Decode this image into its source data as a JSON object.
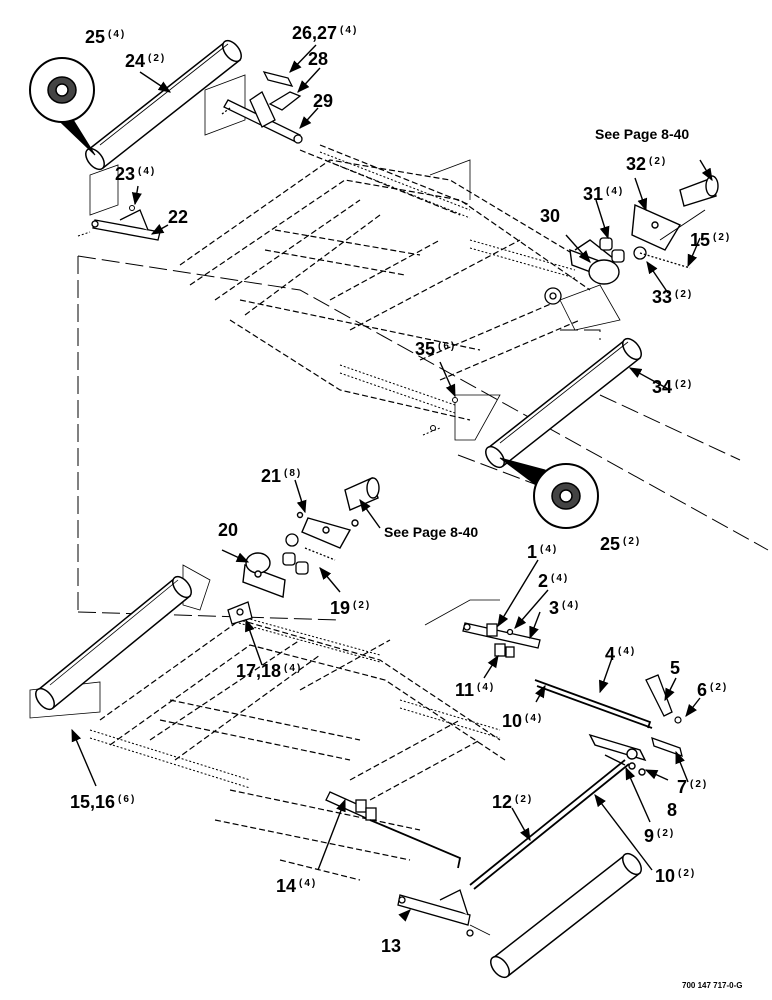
{
  "colors": {
    "ink": "#000000",
    "paper": "#ffffff",
    "part_fill": "#ffffff"
  },
  "callouts": [
    {
      "id": "c25a",
      "num": "25",
      "qty": "(4)"
    },
    {
      "id": "c24",
      "num": "24",
      "qty": "(2)"
    },
    {
      "id": "c2627",
      "num": "26,27",
      "qty": "(4)"
    },
    {
      "id": "c28",
      "num": "28",
      "qty": ""
    },
    {
      "id": "c29",
      "num": "29",
      "qty": ""
    },
    {
      "id": "c23",
      "num": "23",
      "qty": "(4)"
    },
    {
      "id": "c22",
      "num": "22",
      "qty": ""
    },
    {
      "id": "c32",
      "num": "32",
      "qty": "(2)"
    },
    {
      "id": "c31",
      "num": "31",
      "qty": "(4)"
    },
    {
      "id": "c30",
      "num": "30",
      "qty": ""
    },
    {
      "id": "c15a",
      "num": "15",
      "qty": "(2)"
    },
    {
      "id": "c33",
      "num": "33",
      "qty": "(2)"
    },
    {
      "id": "c35",
      "num": "35",
      "qty": "(6)"
    },
    {
      "id": "c34",
      "num": "34",
      "qty": "(2)"
    },
    {
      "id": "c25b",
      "num": "25",
      "qty": "(2)"
    },
    {
      "id": "c21",
      "num": "21",
      "qty": "(8)"
    },
    {
      "id": "c20",
      "num": "20",
      "qty": ""
    },
    {
      "id": "c19",
      "num": "19",
      "qty": "(2)"
    },
    {
      "id": "c1",
      "num": "1",
      "qty": "(4)"
    },
    {
      "id": "c2",
      "num": "2",
      "qty": "(4)"
    },
    {
      "id": "c3",
      "num": "3",
      "qty": "(4)"
    },
    {
      "id": "c1718",
      "num": "17,18",
      "qty": "(4)"
    },
    {
      "id": "c11",
      "num": "11",
      "qty": "(4)"
    },
    {
      "id": "c4",
      "num": "4",
      "qty": "(4)"
    },
    {
      "id": "c5",
      "num": "5",
      "qty": ""
    },
    {
      "id": "c6",
      "num": "6",
      "qty": "(2)"
    },
    {
      "id": "c10a",
      "num": "10",
      "qty": "(4)"
    },
    {
      "id": "c7",
      "num": "7",
      "qty": "(2)"
    },
    {
      "id": "c8",
      "num": "8",
      "qty": ""
    },
    {
      "id": "c9",
      "num": "9",
      "qty": "(2)"
    },
    {
      "id": "c12",
      "num": "12",
      "qty": "(2)"
    },
    {
      "id": "c10b",
      "num": "10",
      "qty": "(2)"
    },
    {
      "id": "c1516",
      "num": "15,16",
      "qty": "(6)"
    },
    {
      "id": "c14",
      "num": "14",
      "qty": "(4)"
    },
    {
      "id": "c13",
      "num": "13",
      "qty": ""
    }
  ],
  "references": {
    "top": "See Page 8-40",
    "middle": "See Page 8-40"
  },
  "drawing_code": "700 147 717-0-G"
}
